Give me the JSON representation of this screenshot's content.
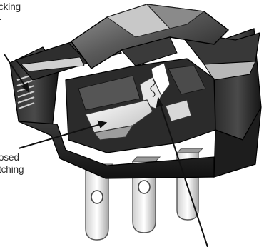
{
  "labels": {
    "top_left": {
      "line1": "cking",
      "line2": "-",
      "line3": ""
    },
    "mid_left": {
      "line1": "osed",
      "line2": "tching"
    }
  },
  "colors": {
    "housing_dark": "#1c1c1c",
    "housing_mid": "#6a6a6a",
    "housing_light": "#bdbdbd",
    "terminal_metal": "#d9d9d9",
    "leader_line": "#111111"
  }
}
